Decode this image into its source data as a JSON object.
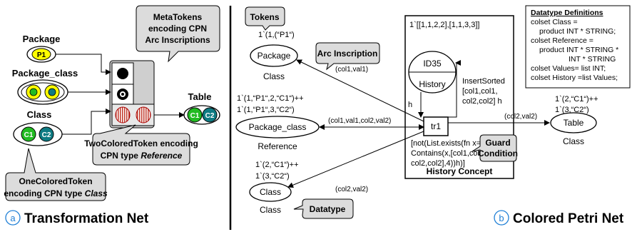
{
  "left": {
    "callouts": {
      "metatokens": [
        "MetaTokens",
        "encoding CPN",
        "Arc Inscriptions"
      ],
      "twocolored": [
        "TwoColoredToken encoding",
        "CPN type ",
        "Reference"
      ],
      "onecolored": [
        "OneColoredToken",
        "encoding CPN type ",
        "Class"
      ]
    },
    "places": {
      "package_label": "Package",
      "package_token": "P1",
      "package_class_label": "Package_class",
      "class_label": "Class",
      "class_tokens": [
        "C1",
        "C2"
      ],
      "table_label": "Table",
      "table_tokens": [
        "C1",
        "C2"
      ]
    },
    "footer": {
      "badge": "a",
      "title": "Transformation Net"
    }
  },
  "right": {
    "callouts": {
      "tokens": "Tokens",
      "arc_inscription": "Arc Inscription",
      "guard": [
        "Guard",
        "Condition"
      ],
      "datatype": "Datatype"
    },
    "places": {
      "package": {
        "name": "Package",
        "type": "Class",
        "marking": "1`(1,(“P1“)"
      },
      "package_class": {
        "name": "Package_class",
        "type": "Reference",
        "marking": [
          "1`(1,“P1“,2,“C1“)++",
          "1`(1,“P1“,3,“C2“)"
        ]
      },
      "class": {
        "name": "Class",
        "type": "Class",
        "marking": [
          "1`(2,“C1“)++",
          "1`(3,“C2“)"
        ]
      },
      "table": {
        "name": "Table",
        "type": "Class",
        "marking": [
          "1`(2,“C1“)++",
          "1`(3,“C2“)"
        ]
      },
      "history": {
        "name": "ID35",
        "type": "History",
        "marking": "1`[[1,1,2,2],[1,1,3,3]]"
      }
    },
    "transition": "tr1",
    "arcs": {
      "package": "(col1,val1)",
      "package_class": "(col1,val1,col2,val2)",
      "class": "(col2,val2)",
      "table": "(col2,val2)",
      "history_in": "h",
      "history_out": [
        "InsertSorted",
        "[col1,col1,",
        "col2,col2] h"
      ]
    },
    "guard_text": [
      "[not(List.exists(fn x=>",
      "Contains(x,[col1,col1,",
      "col2,col2],4))h)]"
    ],
    "history_concept": "History Concept",
    "datatype_definitions": {
      "title": "Datatype Definitions",
      "lines": [
        "colset Class =",
        "product INT * STRING;",
        "colset Reference =",
        "product INT * STRING *",
        "INT * STRING",
        "colset Values= list INT;",
        "colset History =list Values;"
      ]
    },
    "footer": {
      "badge": "b",
      "title": "Colored Petri Net"
    }
  },
  "colors": {
    "token_yellow": "#ffff00",
    "token_green": "#22bb22",
    "token_teal": "#0f7b83",
    "callout_gray": "#dcdcdc"
  }
}
